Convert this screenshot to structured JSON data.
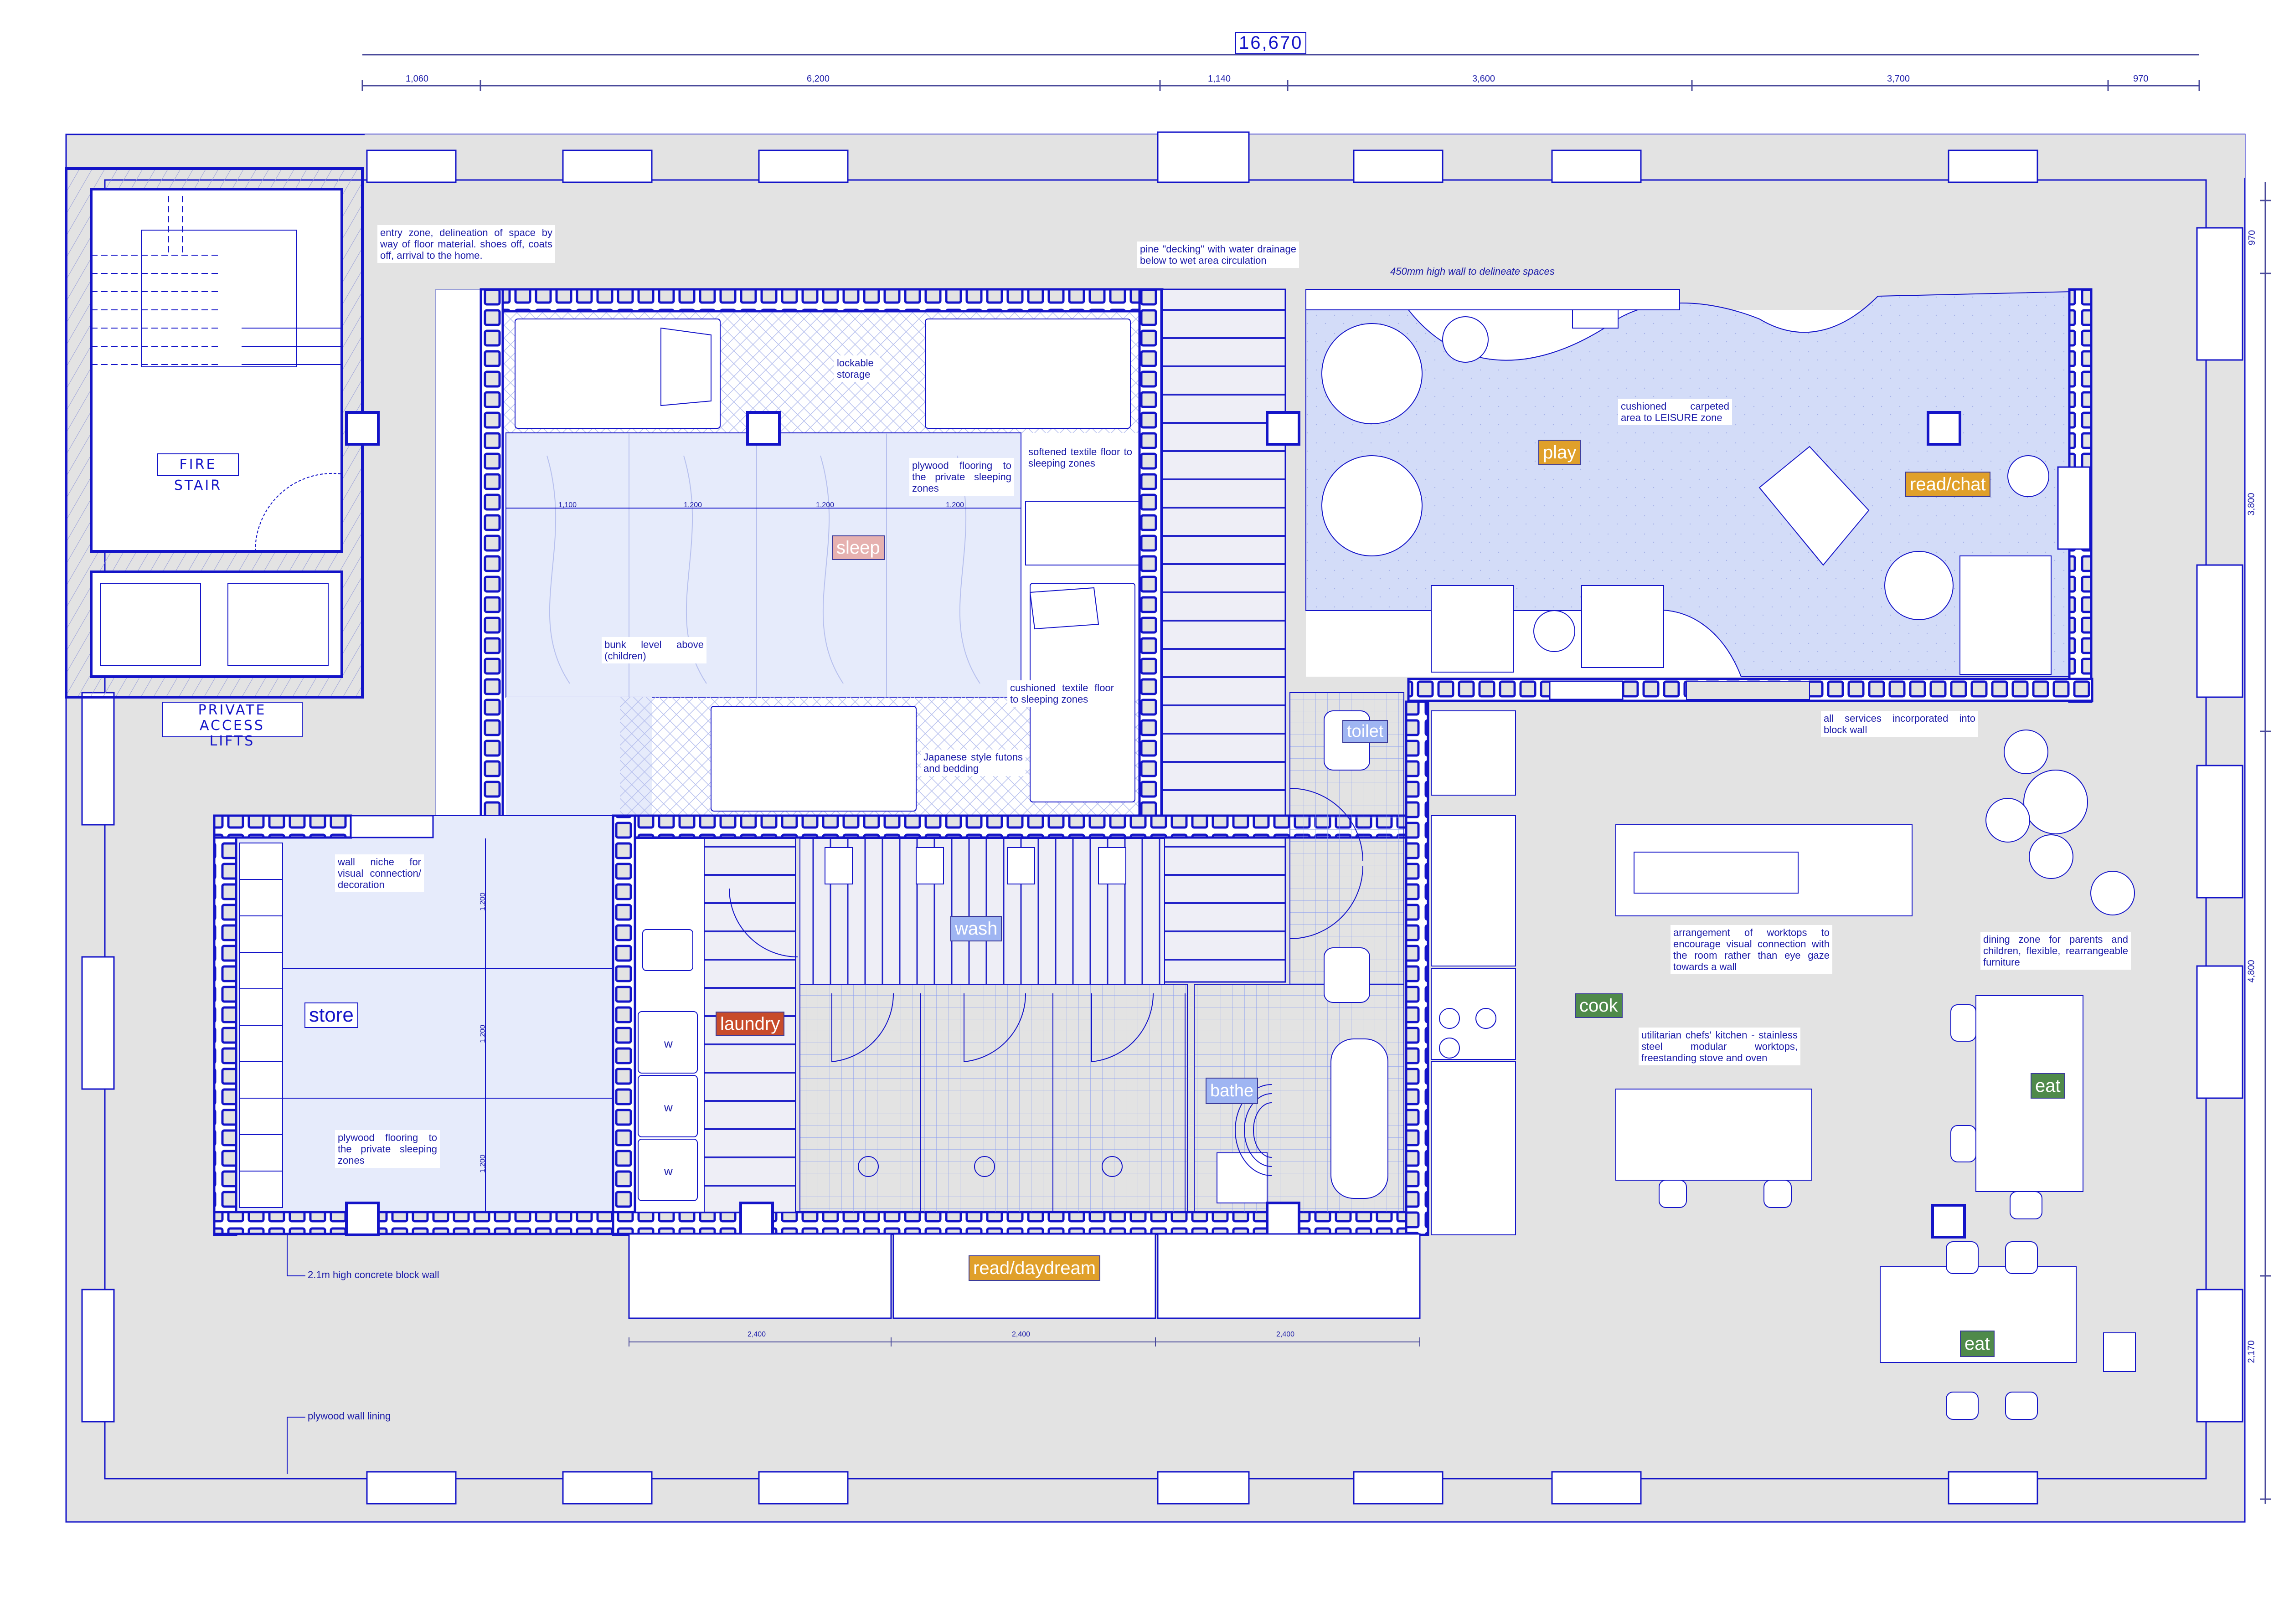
{
  "dimensions": {
    "overall_width": "16,670",
    "top_segments": [
      "1,060",
      "6,200",
      "1,140",
      "3,600",
      "3,700",
      "970"
    ],
    "right_segments": [
      "970",
      "3,800",
      "4,800",
      "2,170"
    ],
    "sleep_grid": [
      "1,100",
      "1,200",
      "1,200",
      "1,200"
    ],
    "store_grid": [
      "1,200",
      "1,200",
      "1,200"
    ],
    "daydream_segments": [
      "2,400",
      "2,400",
      "2,400"
    ]
  },
  "core": {
    "fire_stair": "FIRE STAIR",
    "lifts_line1": "PRIVATE ACCESS",
    "lifts_line2": "LIFTS"
  },
  "zones": {
    "sleep": "sleep",
    "play": "play",
    "read_chat": "read/chat",
    "store": "store",
    "laundry": "laundry",
    "wash": "wash",
    "toilet": "toilet",
    "bathe": "bathe",
    "cook": "cook",
    "eat_upper": "eat",
    "eat_lower": "eat",
    "read_daydream": "read/daydream"
  },
  "zone_colors": {
    "orange": "#e0a02a",
    "red": "#c84b2a",
    "pink": "#e6b1b0",
    "blue": "#9fb5f2",
    "green": "#4f8a4a",
    "line": "#1414c8",
    "floor": "#e3e3e3",
    "carpet": "#d3dcf8"
  },
  "notes": {
    "entry": "entry zone, delineation of space by way of floor material. shoes off, coats off, arrival to the home.",
    "lockable": "lockable storage",
    "plywood_sleep": "plywood flooring to the private sleeping zones",
    "softened": "softened textile floor to sleeping zones",
    "bunk": "bunk level above (children)",
    "cushioned_textile": "cushioned textile floor to sleeping zones",
    "futons": "Japanese style futons and bedding",
    "pine": "pine \"decking\" with water drainage below to wet area circulation",
    "low_wall": "450mm high wall to delineate spaces",
    "carpet": "cushioned carpeted area to LEISURE zone",
    "services": "all services incorporated into block wall",
    "wall_niche": "wall niche for visual connection/ decoration",
    "plywood_store": "plywood flooring to the private sleeping zones",
    "worktops": "arrangement of worktops to encourage visual connection with the room rather than eye gaze towards a wall",
    "dining": "dining zone for parents and children, flexible, rearrangeable furniture",
    "kitchen": "utilitarian chefs' kitchen - stainless steel modular worktops, freestanding stove and oven",
    "block_wall": "2.1m high concrete block wall",
    "wall_lining": "plywood wall lining"
  },
  "laundry": {
    "machine_label": "w"
  }
}
